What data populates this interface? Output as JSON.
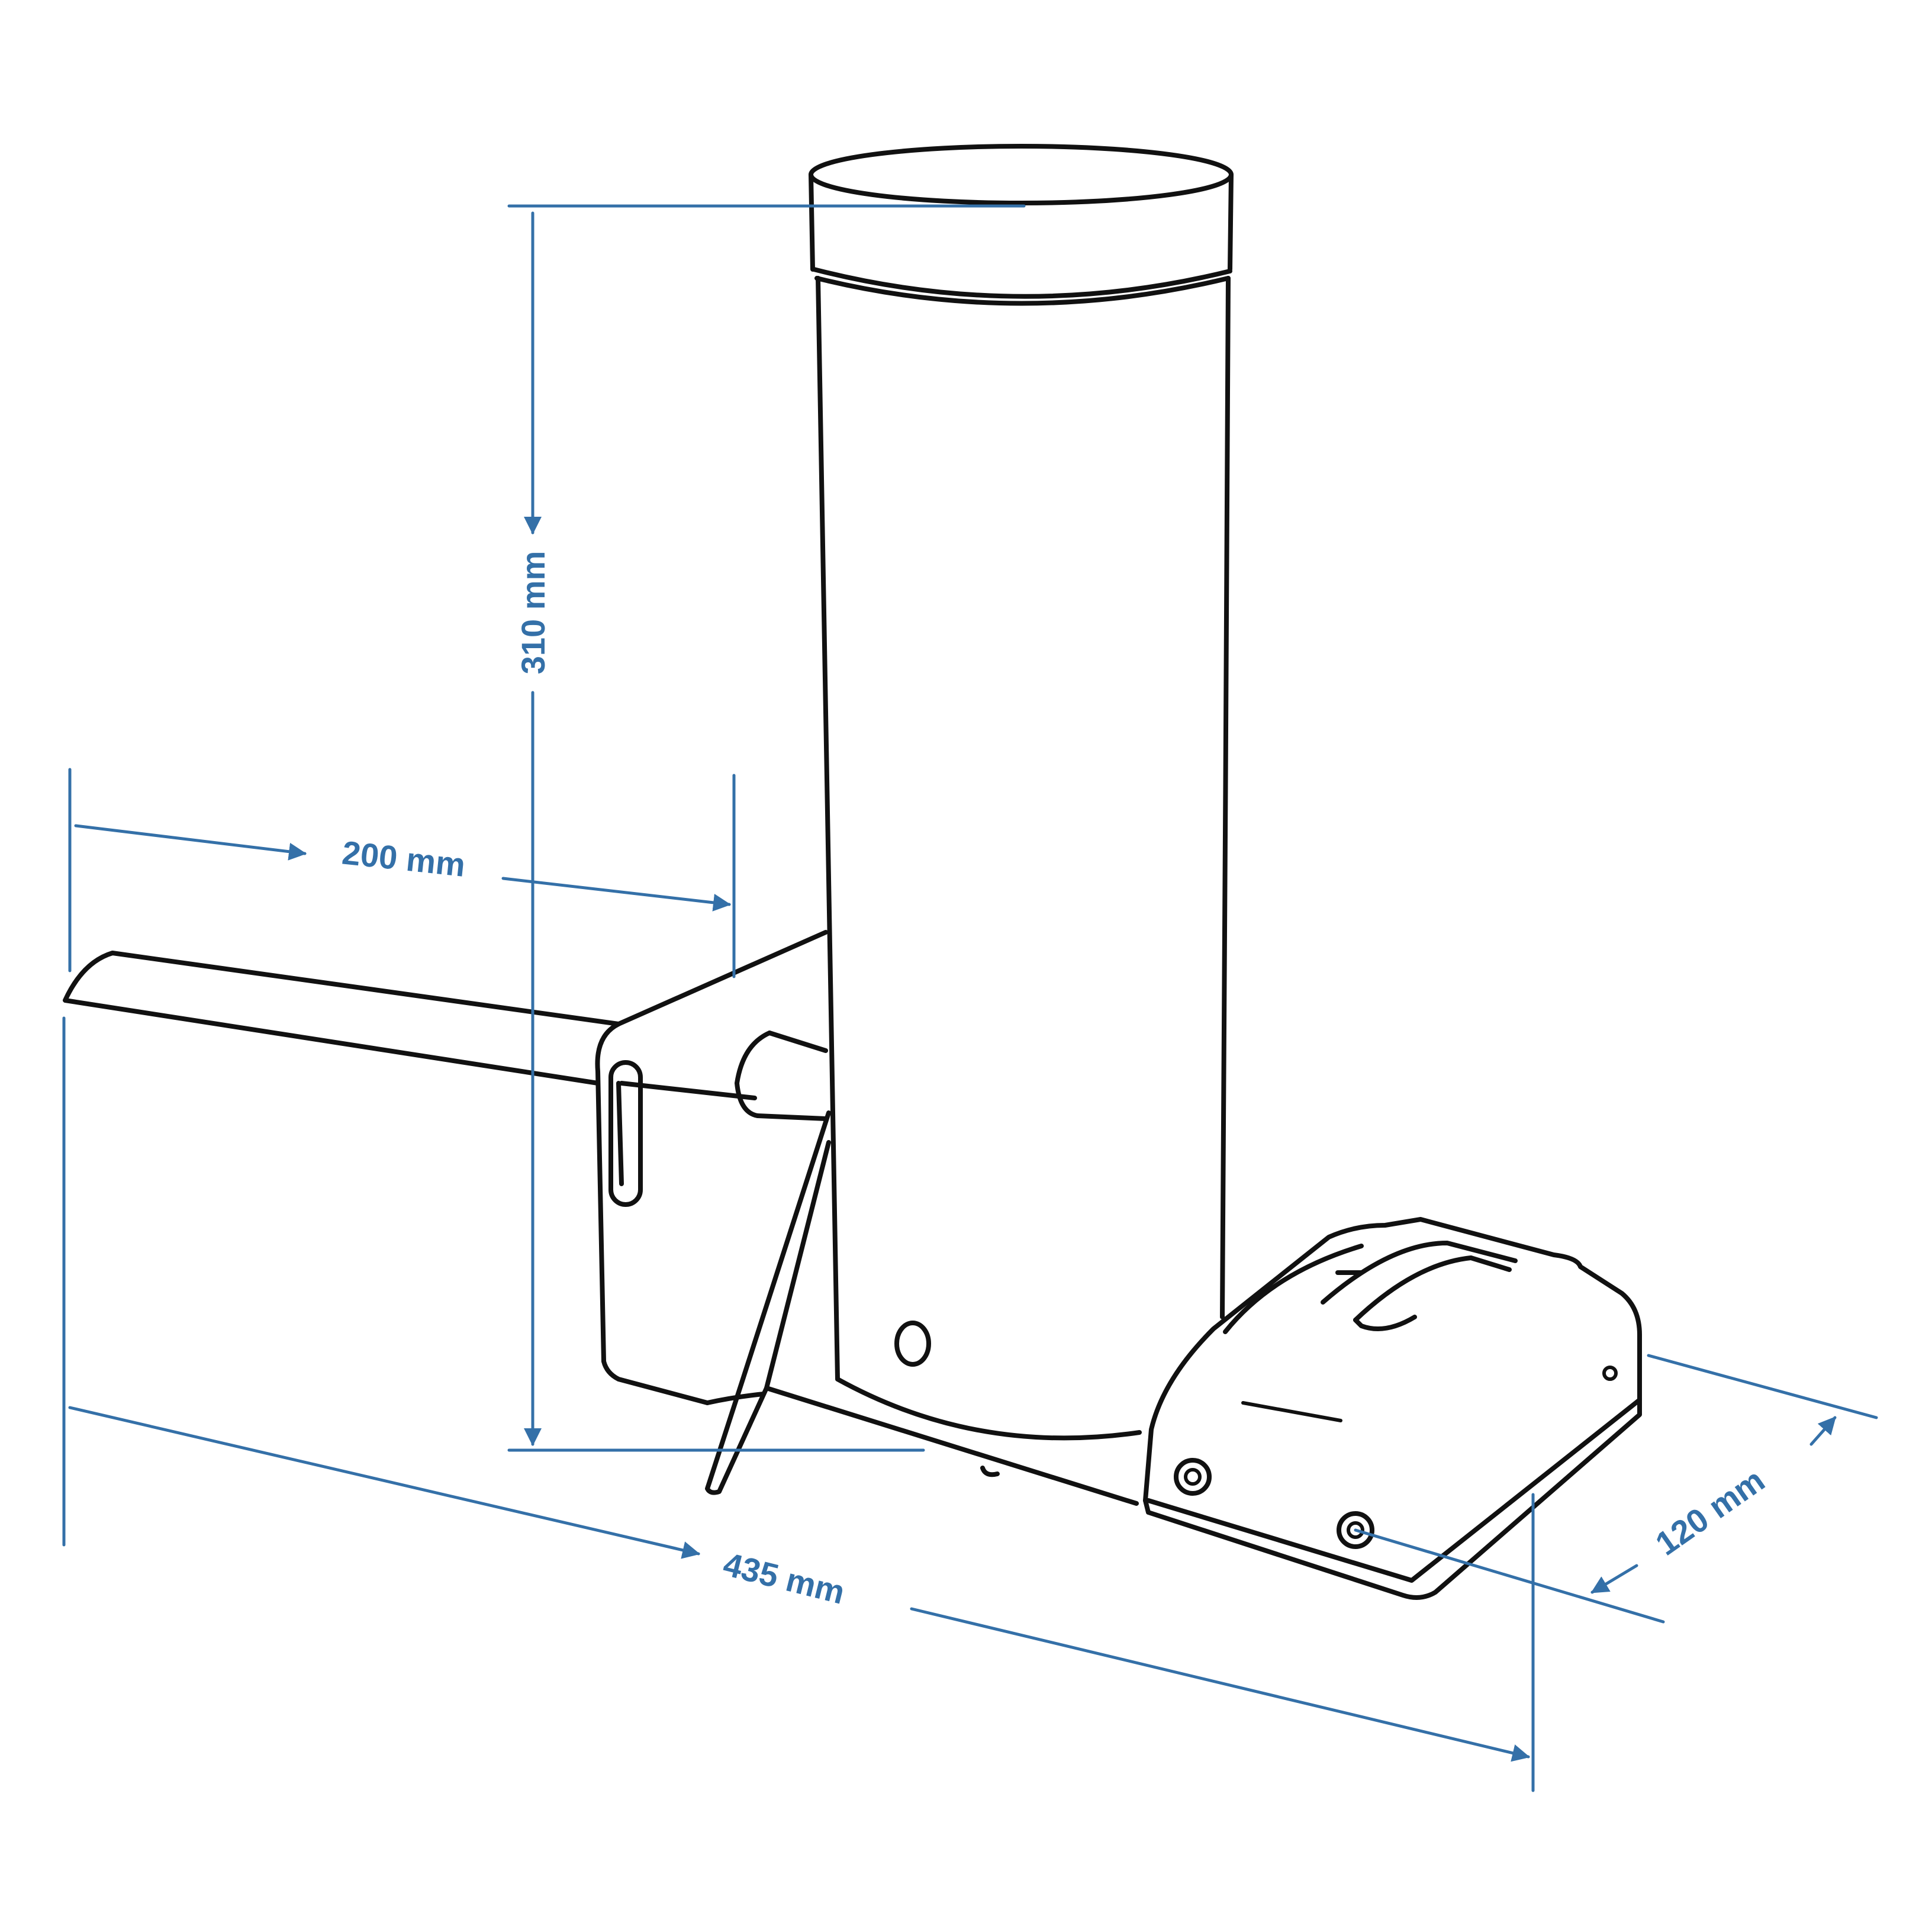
{
  "colors": {
    "dimension": "#3470a8",
    "outline": "#111111",
    "background": "#ffffff"
  },
  "dimensions": {
    "height": "310 mm",
    "arm_length": "200 mm",
    "overall_length": "435 mm",
    "depth": "120 mm"
  }
}
